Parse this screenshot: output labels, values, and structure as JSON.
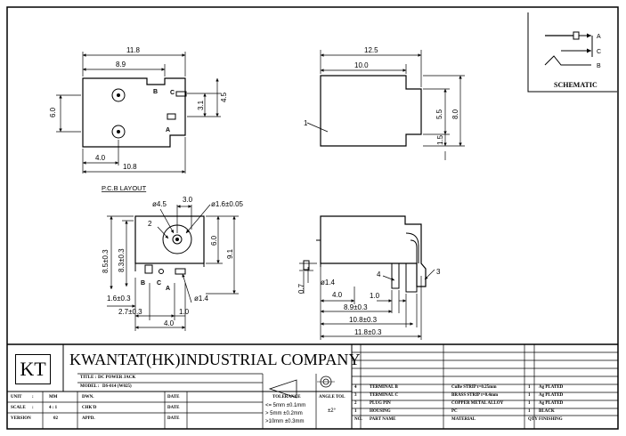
{
  "company": "KWANTAT(HK)INDUSTRIAL COMPANY",
  "logo_text": "KT",
  "schematic": {
    "title": "SCHEMATIC",
    "pin_a": "A",
    "pin_c": "C",
    "pin_b": "B"
  },
  "top_view": {
    "dim_overall": "11.8",
    "dim_inner": "8.9",
    "dim_height": "6.0",
    "dim_pin_b": "3.1",
    "dim_side": "4.5",
    "dim_left": "4.0",
    "dim_bottom": "10.8",
    "label_b": "B",
    "label_c": "C",
    "label_a": "A"
  },
  "side_view": {
    "dim_overall": "12.5",
    "dim_inner": "10.0",
    "dim_mid": "5.5",
    "dim_height": "8.0",
    "dim_low": "1.5",
    "callout": "1"
  },
  "pcb": {
    "title": "P.C.B LAYOUT",
    "dia_large": "ø4.5",
    "dim_top": "3.0",
    "dia_small": "ø1.6±0.05",
    "callout": "2",
    "dim_h1": "8.5±0.3",
    "dim_h2": "8.3±0.3",
    "dim_mid": "6.0",
    "dim_right": "9.1",
    "label_b": "B",
    "label_c": "C",
    "label_a": "A",
    "dim_a": "1.6±0.3",
    "dia_pin": "ø1.4",
    "dim_b": "2.7±0.3",
    "dim_c": "1.0",
    "dim_d": "4.0"
  },
  "front_view": {
    "callout_4": "4",
    "callout_3": "3",
    "dim_07": "0.7",
    "dia_pin": "ø1.4",
    "dim_40": "4.0",
    "dim_10": "1.0",
    "dim_89": "8.9±0.3",
    "dim_108": "10.8±0.3",
    "dim_118": "11.8±0.3"
  },
  "title_block": {
    "title_label": "TITLE :",
    "title_value": "DC POWER JACK",
    "model_label": "MODEL :",
    "model_value": "DS-014  (W025)",
    "unit_label": "UNIT",
    "unit_value": "MM",
    "scale_label": "SCALE",
    "scale_value": "4 : 1",
    "version_label": "VERSION",
    "version_value": "02",
    "dwn": "DWN.",
    "chkd": "CHK'D",
    "appd": "APPD.",
    "date1": "DATE",
    "date2": "DATE",
    "date3": "DATE",
    "tolerance_label": "TOLERANCE",
    "tol1": "<= 5mm ±0.1mm",
    "tol2": "> 5mm ±0.2mm",
    "tol3": ">10mm ±0.3mm",
    "angle_label": "ANGLE TOL",
    "angle_value": "±2°"
  },
  "bom": {
    "rows": [
      {
        "no": "4",
        "part": "TERMINAL  B",
        "material": "CuBe STRIP  t=0.25mm",
        "qty": "1",
        "finish": "Ag PLATED"
      },
      {
        "no": "3",
        "part": "TERMINAL  C",
        "material": "BRASS STRIP  t=0.4mm",
        "qty": "1",
        "finish": "Ag PLATED"
      },
      {
        "no": "2",
        "part": "PLUG PIN",
        "material": "COPPER METAL ALLOY",
        "qty": "1",
        "finish": "Ag PLATED"
      },
      {
        "no": "1",
        "part": "HOUSING",
        "material": "PC",
        "qty": "1",
        "finish": "BLACK"
      }
    ],
    "header": {
      "no": "NO.",
      "part": "PART NAME",
      "material": "MATERIAL",
      "qty": "QTY",
      "finish": "FINISHING"
    }
  }
}
